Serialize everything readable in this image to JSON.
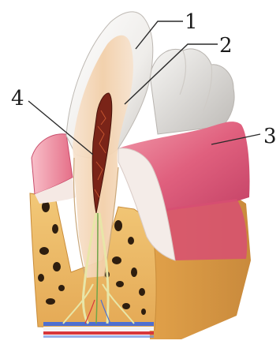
{
  "labels": {
    "l1": "1",
    "l2": "2",
    "l3": "3",
    "l4": "4"
  },
  "colors": {
    "enamel": "#f3f1ee",
    "dentin": "#f5dcc6",
    "pulp": "#7a2418",
    "gum": "#e46a84",
    "bone": "#e8b45e",
    "nerve": "#e8e6a8",
    "vessel_red": "#d7373b",
    "vessel_blue": "#4e6fd0"
  },
  "icons": [
    "tooth-cross-section-illustration"
  ]
}
